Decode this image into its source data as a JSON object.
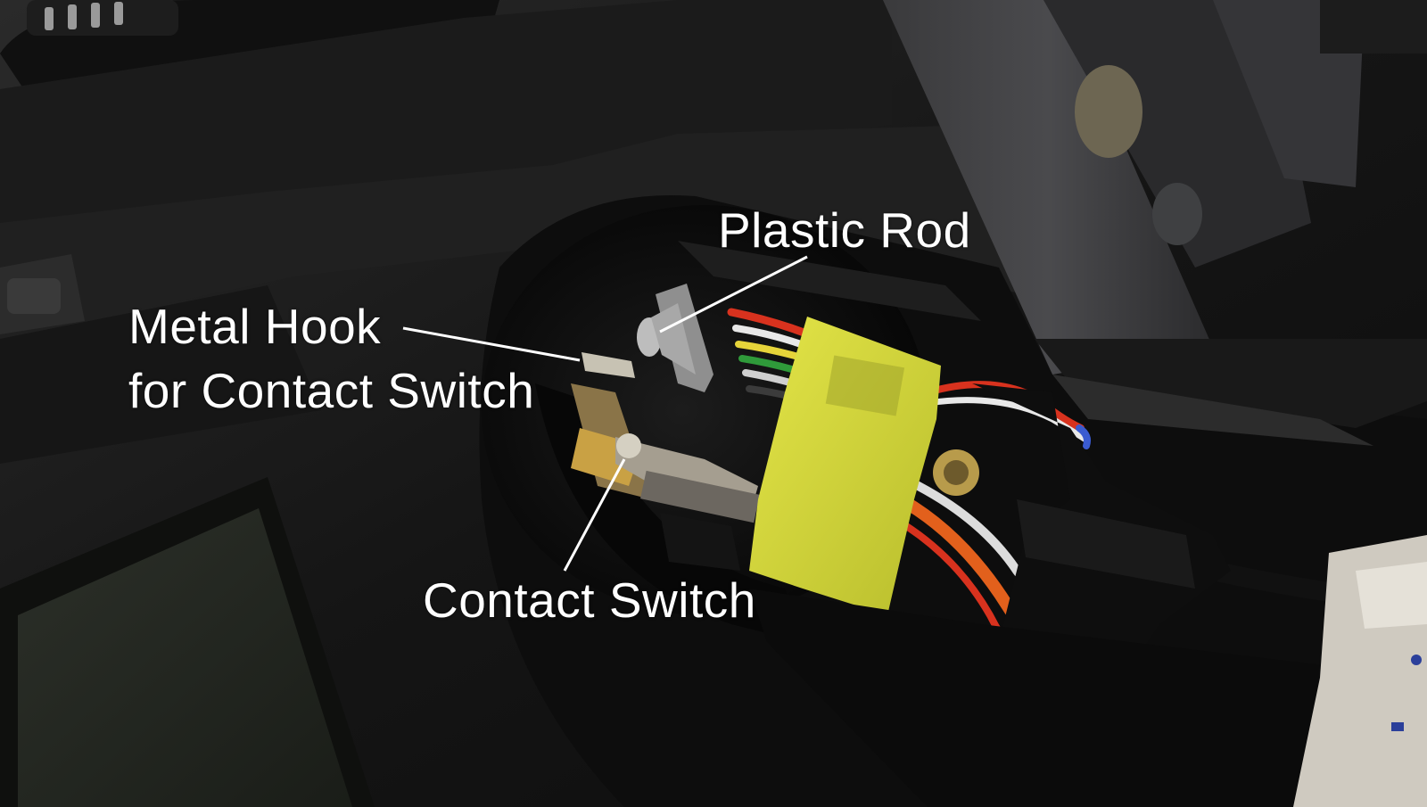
{
  "image": {
    "subject": "camera-body-opened-with-wiring",
    "accent_colors": {
      "tape": "#d9dc3a",
      "wire_red": "#d8321e",
      "wire_orange": "#e2601c",
      "wire_green": "#2f9a3a",
      "wire_yellow": "#e6d43a",
      "metal": "#b9aa82",
      "body": "#161616"
    }
  },
  "annotations": {
    "plastic_rod": "Plastic Rod",
    "metal_hook_line1": "Metal Hook",
    "metal_hook_line2": "for Contact Switch",
    "contact_switch": "Contact Switch"
  }
}
